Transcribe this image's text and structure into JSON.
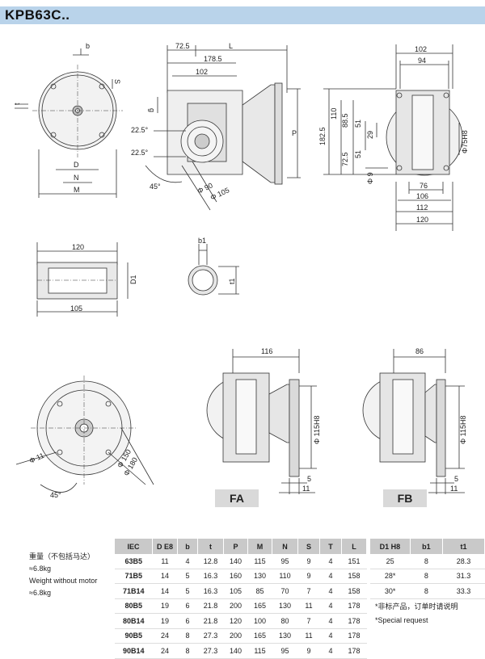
{
  "title": "KPB63C..",
  "top_view_labels": {
    "b": "b",
    "S": "S",
    "t": "t",
    "D": "D",
    "N": "N",
    "M": "M"
  },
  "side_view_labels": {
    "d725": "72.5",
    "L": "L",
    "d1785": "178.5",
    "d102": "102",
    "P": "P",
    "g": "g",
    "a1": "22.5°",
    "a2": "22.5°",
    "a3": "45°",
    "phi90": "Φ 90",
    "phi105": "Φ 105"
  },
  "right_view_labels": {
    "d102": "102",
    "d94": "94",
    "d110": "110",
    "d885": "88.5",
    "d51a": "51",
    "d29": "29",
    "d1825": "182.5",
    "d725": "72.5",
    "d51b": "51",
    "phi9": "Φ 9",
    "phi75": "Φ75H8",
    "d76": "76",
    "d106": "106",
    "d112": "112",
    "d120": "120"
  },
  "shaft_labels": {
    "d120": "120",
    "D1": "D1",
    "d105": "105",
    "b1": "b1",
    "t1": "t1"
  },
  "flange_labels": {
    "phi11": "Φ 11",
    "phi150": "Φ 150",
    "phi180": "Φ 180",
    "a45": "45°"
  },
  "fa_labels": {
    "d116": "116",
    "phi115": "Φ 115H8",
    "d5": "5",
    "d11": "11"
  },
  "fb_labels": {
    "d86": "86",
    "phi115": "Φ 115H8",
    "d5": "5",
    "d11": "11"
  },
  "tags": {
    "fa": "FA",
    "fb": "FB"
  },
  "weight": {
    "cn": "重量（不包括马达）",
    "cn_val": "≈6.8kg",
    "en": "Weight without motor",
    "en_val": "≈6.8kg"
  },
  "table": {
    "headers": [
      "IEC",
      "D E8",
      "b",
      "t",
      "P",
      "M",
      "N",
      "S",
      "T",
      "L"
    ],
    "rows": [
      [
        "63B5",
        "11",
        "4",
        "12.8",
        "140",
        "115",
        "95",
        "9",
        "4",
        "151"
      ],
      [
        "71B5",
        "14",
        "5",
        "16.3",
        "160",
        "130",
        "110",
        "9",
        "4",
        "158"
      ],
      [
        "71B14",
        "14",
        "5",
        "16.3",
        "105",
        "85",
        "70",
        "7",
        "4",
        "158"
      ],
      [
        "80B5",
        "19",
        "6",
        "21.8",
        "200",
        "165",
        "130",
        "11",
        "4",
        "178"
      ],
      [
        "80B14",
        "19",
        "6",
        "21.8",
        "120",
        "100",
        "80",
        "7",
        "4",
        "178"
      ],
      [
        "90B5",
        "24",
        "8",
        "27.3",
        "200",
        "165",
        "130",
        "11",
        "4",
        "178"
      ],
      [
        "90B14",
        "24",
        "8",
        "27.3",
        "140",
        "115",
        "95",
        "9",
        "4",
        "178"
      ]
    ]
  },
  "table2": {
    "headers": [
      "D1 H8",
      "b1",
      "t1"
    ],
    "rows": [
      [
        "25",
        "8",
        "28.3"
      ],
      [
        "28*",
        "8",
        "31.3"
      ],
      [
        "30*",
        "8",
        "33.3"
      ]
    ],
    "note_cn": "*非标产品，订单时请说明",
    "note_en": "*Special request"
  }
}
